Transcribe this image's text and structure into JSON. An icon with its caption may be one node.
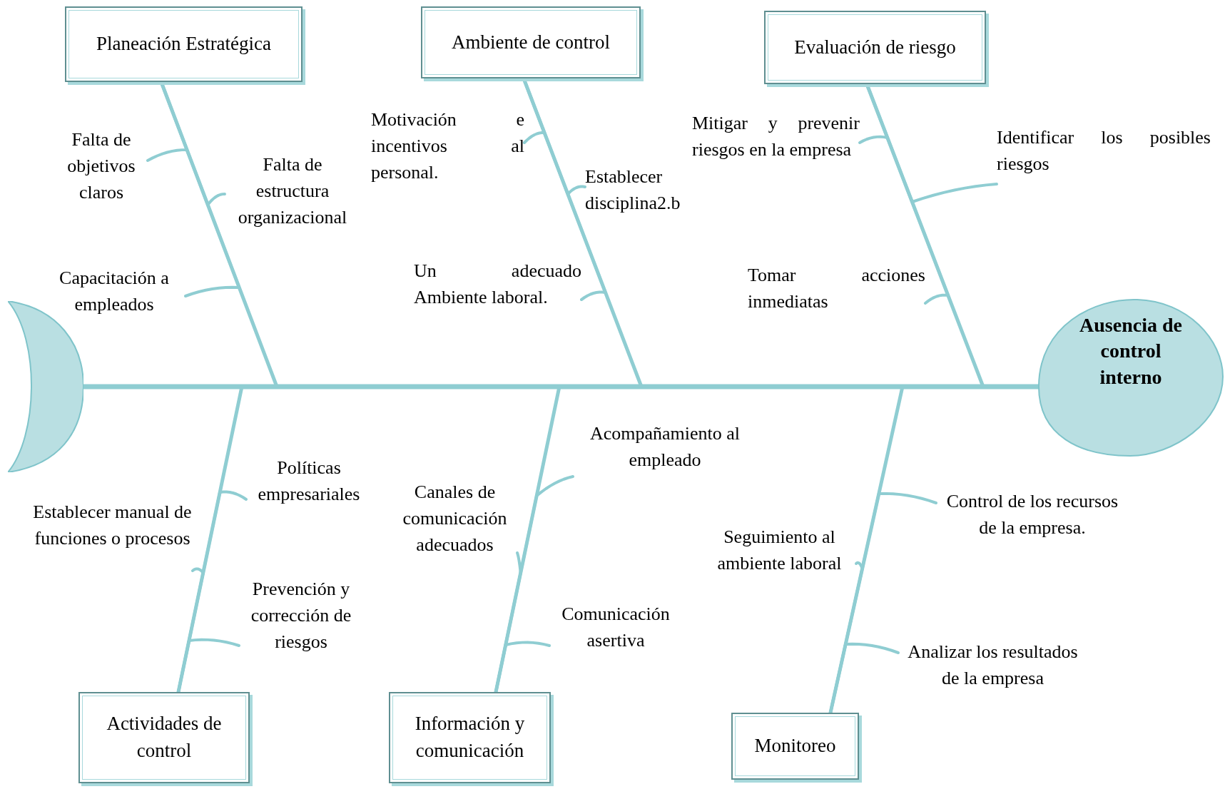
{
  "diagram": {
    "nodes": [
      {
        "text": [
          "Planeación Estratégica"
        ]
      },
      {
        "text": [
          "Ambiente de control"
        ]
      },
      {
        "text": [
          "Evaluación de riesgo"
        ]
      },
      {
        "text": [
          "Falta de objetivos claros"
        ]
      },
      {
        "text": [
          "Falta de estructura organizacional"
        ]
      },
      {
        "text": [
          "Motivación e incentivos al personal."
        ]
      },
      {
        "text": [
          "Establecer disciplina2.b"
        ]
      },
      {
        "text": [
          "Mitigar y prevenir riesgos en la empresa"
        ]
      },
      {
        "text": [
          "Identificar los posibles riesgos"
        ]
      },
      {
        "text": [
          "Capacitación a empleados"
        ]
      },
      {
        "text": [
          "Un adecuado Ambiente laboral."
        ]
      },
      {
        "text": [
          "Tomar acciones inmediatas"
        ]
      },
      {
        "text": [],
        "shape": "crescent"
      },
      {
        "text": [
          "Ausencia de control interno"
        ]
      },
      {
        "text": [
          "Acompañamiento al empleado"
        ]
      },
      {
        "text": [
          "Políticas empresariales"
        ]
      },
      {
        "text": [
          "Canales de comunicación adecuados"
        ]
      },
      {
        "text": [
          "Control de los recursos de la empresa."
        ]
      },
      {
        "text": [
          "Establecer manual de funciones o procesos"
        ]
      },
      {
        "text": [
          "Seguimiento al ambiente laboral"
        ]
      },
      {
        "text": [
          "Prevención y corrección de riesgos"
        ]
      },
      {
        "text": [
          "Comunicación asertiva"
        ]
      },
      {
        "text": [
          "Analizar los resultados de la empresa"
        ]
      },
      {
        "text": [
          "Actividades de control"
        ]
      },
      {
        "text": [
          "Información y comunicación"
        ]
      },
      {
        "text": [
          "Monitoreo"
        ]
      }
    ],
    "edges": [
      {
        "from": 12,
        "to": 13,
        "arrow": "none"
      },
      {
        "from": 0,
        "to": 13,
        "arrow": "none"
      },
      {
        "from": 1,
        "to": 13,
        "arrow": "none"
      },
      {
        "from": 2,
        "to": 13,
        "arrow": "none"
      },
      {
        "from": 23,
        "to": 13,
        "arrow": "none"
      },
      {
        "from": 24,
        "to": 13,
        "arrow": "none"
      },
      {
        "from": 25,
        "to": 13,
        "arrow": "none"
      },
      {
        "from": 3,
        "to": 0,
        "arrow": "none"
      },
      {
        "from": 4,
        "to": 0,
        "arrow": "none"
      },
      {
        "from": 9,
        "to": 0,
        "arrow": "none"
      },
      {
        "from": 5,
        "to": 1,
        "arrow": "none"
      },
      {
        "from": 6,
        "to": 1,
        "arrow": "none"
      },
      {
        "from": 10,
        "to": 1,
        "arrow": "none"
      },
      {
        "from": 7,
        "to": 2,
        "arrow": "none"
      },
      {
        "from": 8,
        "to": 2,
        "arrow": "none"
      },
      {
        "from": 11,
        "to": 2,
        "arrow": "none"
      },
      {
        "from": 15,
        "to": 23,
        "arrow": "none"
      },
      {
        "from": 18,
        "to": 23,
        "arrow": "none"
      },
      {
        "from": 20,
        "to": 23,
        "arrow": "none"
      },
      {
        "from": 14,
        "to": 24,
        "arrow": "none"
      },
      {
        "from": 16,
        "to": 24,
        "arrow": "none"
      },
      {
        "from": 21,
        "to": 24,
        "arrow": "none"
      },
      {
        "from": 17,
        "to": 25,
        "arrow": "none"
      },
      {
        "from": 19,
        "to": 25,
        "arrow": "none"
      },
      {
        "from": 22,
        "to": 25,
        "arrow": "none"
      }
    ]
  }
}
